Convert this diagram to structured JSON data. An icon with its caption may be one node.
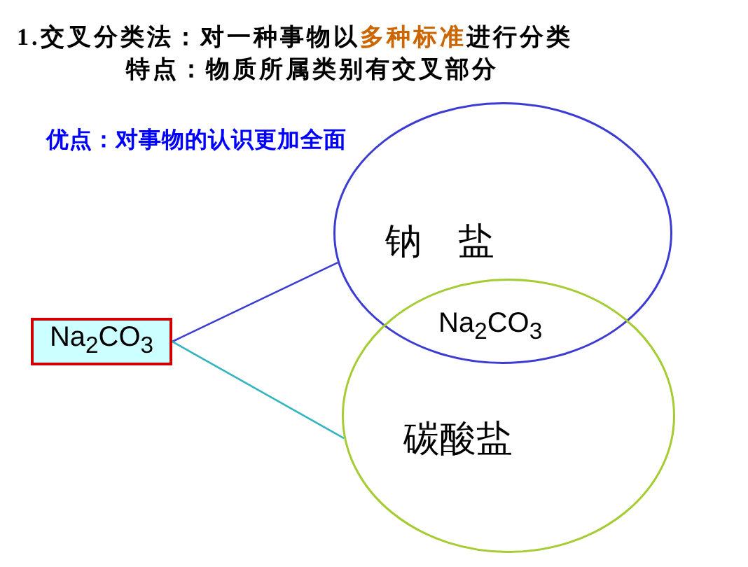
{
  "diagram": {
    "title": "1.交叉分类法：对一种事物以**多种标准**进行分类",
    "nodes": [
      {
        "text": [
          "Na$_{2}$CO$_{3}$"
        ]
      },
      {
        "text": [
          "钠　盐"
        ]
      },
      {
        "text": [
          "碳酸盐"
        ]
      }
    ],
    "edges": [
      {
        "from": 0,
        "to": 1,
        "arrow": "none",
        "color": "#3c3cd2"
      },
      {
        "from": 0,
        "to": 2,
        "arrow": "none",
        "color": "#33b5c0"
      }
    ],
    "labels": [
      "特点：物质所属类别有交叉部分",
      "优点：对事物的认识更加全面",
      "Na$_{2}$CO$_{3}$"
    ]
  }
}
